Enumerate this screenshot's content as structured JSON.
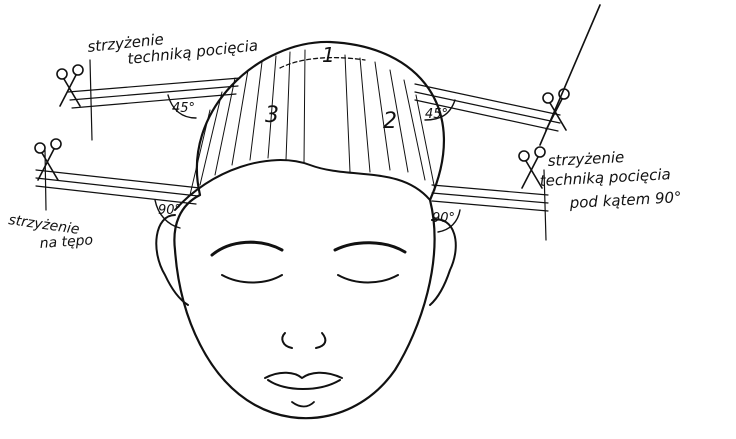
{
  "colors": {
    "ink": "#111111",
    "paper": "#ffffff"
  },
  "labels": {
    "top_left_line1": "strzyżenie",
    "top_left_line2": "techniką pocięcia",
    "bottom_left_line1": "strzyżenie",
    "bottom_left_line2": "na tępo",
    "right_line1": "strzyżenie",
    "right_line2": "techniką pocięcia",
    "right_line3": "pod kątem 90°"
  },
  "angles": {
    "left_upper": "45°",
    "right_upper": "45°",
    "left_lower": "90°",
    "right_lower": "90°"
  },
  "sections": {
    "s1": "1",
    "s2": "2",
    "s3": "3"
  },
  "icons": [
    "scissors-icon"
  ]
}
